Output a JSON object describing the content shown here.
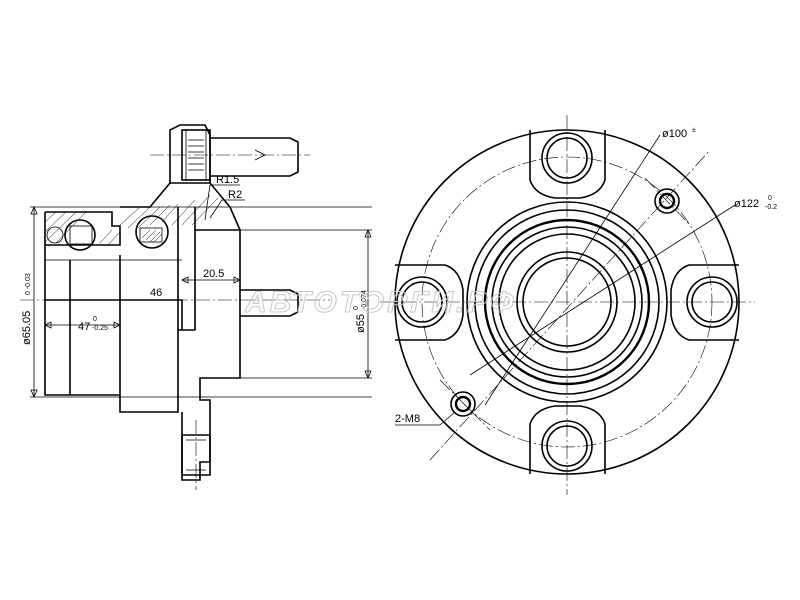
{
  "watermark": "АВТОТОРГИ.РФ",
  "side_view": {
    "dim_radius_1": "R1.5",
    "dim_radius_2": "R2",
    "dim_width_20_5": "20.5",
    "dim_width_46": "46",
    "dim_width_47": "47",
    "dim_width_47_tol_upper": "0",
    "dim_width_47_tol_lower": "-0.25",
    "dim_outer_dia": "ø65.05",
    "dim_outer_dia_tol": "0 -0.03",
    "dim_pilot_dia": "ø55",
    "dim_pilot_dia_tol_upper": "0",
    "dim_pilot_dia_tol_lower": "-0.074"
  },
  "front_view": {
    "dim_bolt_circle": "ø100",
    "dim_bolt_circle_tol": "±",
    "dim_flange_dia": "ø122",
    "dim_flange_dia_tol_upper": "0",
    "dim_flange_dia_tol_lower": "-0.2",
    "dim_thread": "2-M8"
  }
}
